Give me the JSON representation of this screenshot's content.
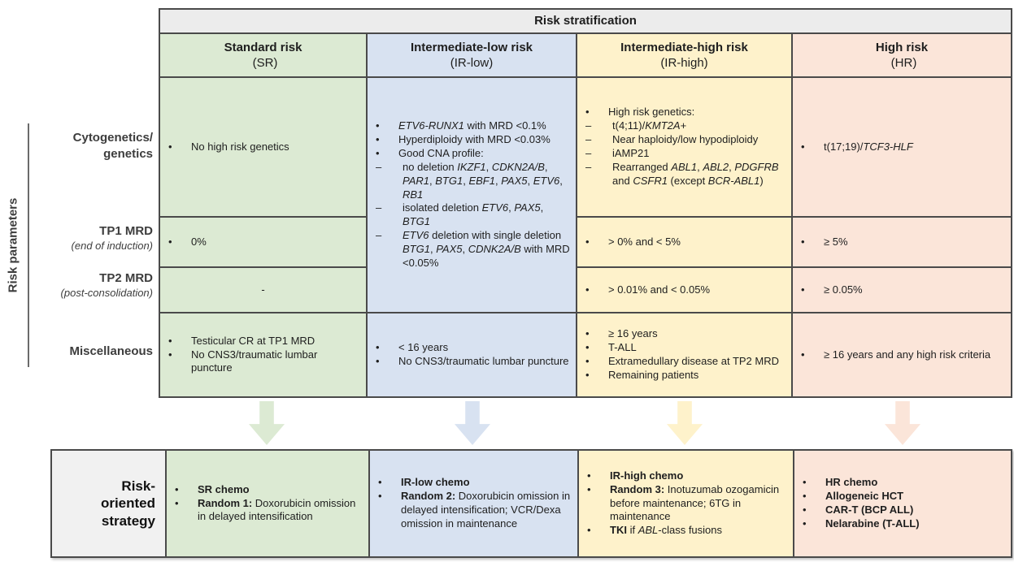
{
  "title": "Risk stratification",
  "colors": {
    "sr": "#dcead3",
    "ir_low": "#d8e2f1",
    "ir_high": "#fef2cb",
    "hr": "#fbe5d9",
    "title_bg": "#ececec",
    "strategy_label_bg": "#f1f1f1",
    "border": "#4a4a4a"
  },
  "left_axis": {
    "label": "Risk parameters"
  },
  "row_labels": [
    {
      "line1": "Cytogenetics/",
      "line2": "genetics",
      "sub": ""
    },
    {
      "line1": "TP1 MRD",
      "sub": "(end of induction)"
    },
    {
      "line1": "TP2 MRD",
      "sub": "(post-consolidation)"
    },
    {
      "line1": "Miscellaneous",
      "sub": ""
    }
  ],
  "columns": [
    {
      "name": "Standard risk",
      "abbr": "(SR)",
      "two_line": false
    },
    {
      "name": "Intermediate-low risk",
      "abbr": "(IR-low)",
      "two_line": true
    },
    {
      "name": "Intermediate-high risk",
      "abbr": "(IR-high)",
      "two_line": true
    },
    {
      "name": "High risk",
      "abbr": "(HR)",
      "two_line": false
    }
  ],
  "cells": {
    "sr": {
      "cytogenetics": [
        {
          "m": "•",
          "runs": [
            {
              "t": "No high risk genetics"
            }
          ]
        }
      ],
      "tp1": [
        {
          "m": "•",
          "runs": [
            {
              "t": "0%"
            }
          ]
        }
      ],
      "tp2": [
        {
          "center": "-"
        }
      ],
      "misc": [
        {
          "m": "•",
          "runs": [
            {
              "t": "Testicular CR at TP1 MRD"
            }
          ]
        },
        {
          "m": "•",
          "runs": [
            {
              "t": "No CNS3/traumatic lumbar puncture"
            }
          ]
        }
      ]
    },
    "ir_low": {
      "merged": [
        {
          "m": "•",
          "runs": [
            {
              "t": "ETV6-RUNX1",
              "i": 1
            },
            {
              "t": " with MRD <0.1%"
            }
          ]
        },
        {
          "m": "•",
          "runs": [
            {
              "t": "Hyperdiploidy with MRD <0.03%"
            }
          ]
        },
        {
          "m": "•",
          "runs": [
            {
              "t": "Good CNA profile:"
            }
          ]
        },
        {
          "m": "–",
          "runs": [
            {
              "t": "no deletion "
            },
            {
              "t": "IKZF1",
              "i": 1
            },
            {
              "t": ", "
            },
            {
              "t": "CDKN2A/B",
              "i": 1
            },
            {
              "t": ", "
            },
            {
              "t": "PAR1",
              "i": 1
            },
            {
              "t": ", "
            },
            {
              "t": "BTG1",
              "i": 1
            },
            {
              "t": ", "
            },
            {
              "t": "EBF1",
              "i": 1
            },
            {
              "t": ", "
            },
            {
              "t": "PAX5",
              "i": 1
            },
            {
              "t": ", "
            },
            {
              "t": "ETV6",
              "i": 1
            },
            {
              "t": ", "
            },
            {
              "t": "RB1",
              "i": 1
            }
          ]
        },
        {
          "m": "–",
          "runs": [
            {
              "t": "isolated deletion "
            },
            {
              "t": "ETV6",
              "i": 1
            },
            {
              "t": ", "
            },
            {
              "t": "PAX5",
              "i": 1
            },
            {
              "t": ", "
            },
            {
              "t": "BTG1",
              "i": 1
            }
          ]
        },
        {
          "m": "–",
          "runs": [
            {
              "t": "ETV6",
              "i": 1
            },
            {
              "t": " deletion with single deletion "
            },
            {
              "t": "BTG1",
              "i": 1
            },
            {
              "t": ", "
            },
            {
              "t": "PAX5",
              "i": 1
            },
            {
              "t": ", "
            },
            {
              "t": "CDNK2A/B",
              "i": 1
            },
            {
              "t": " with MRD <0.05%"
            }
          ]
        }
      ],
      "misc": [
        {
          "m": "•",
          "runs": [
            {
              "t": "< 16 years"
            }
          ]
        },
        {
          "m": "•",
          "runs": [
            {
              "t": "No CNS3/traumatic lumbar puncture"
            }
          ]
        }
      ]
    },
    "ir_high": {
      "cytogenetics": [
        {
          "m": "•",
          "runs": [
            {
              "t": "High risk genetics:"
            }
          ]
        },
        {
          "m": "–",
          "runs": [
            {
              "t": "t(4;11)/"
            },
            {
              "t": "KMT2A",
              "i": 1
            },
            {
              "t": "+"
            }
          ]
        },
        {
          "m": "–",
          "runs": [
            {
              "t": "Near haploidy/low hypodiploidy"
            }
          ]
        },
        {
          "m": "–",
          "runs": [
            {
              "t": "iAMP21"
            }
          ]
        },
        {
          "m": "–",
          "runs": [
            {
              "t": "Rearranged "
            },
            {
              "t": "ABL1",
              "i": 1
            },
            {
              "t": ", "
            },
            {
              "t": "ABL2",
              "i": 1
            },
            {
              "t": ", "
            },
            {
              "t": "PDGFRB",
              "i": 1
            },
            {
              "t": " and "
            },
            {
              "t": "CSFR1",
              "i": 1
            },
            {
              "t": " (except "
            },
            {
              "t": "BCR-ABL1",
              "i": 1
            },
            {
              "t": ")"
            }
          ]
        }
      ],
      "tp1": [
        {
          "m": "•",
          "runs": [
            {
              "t": "> 0% and < 5%"
            }
          ]
        }
      ],
      "tp2": [
        {
          "m": "•",
          "runs": [
            {
              "t": "> 0.01% and < 0.05%"
            }
          ]
        }
      ],
      "misc": [
        {
          "m": "•",
          "runs": [
            {
              "t": "≥ 16 years"
            }
          ]
        },
        {
          "m": "•",
          "runs": [
            {
              "t": "T-ALL"
            }
          ]
        },
        {
          "m": "•",
          "runs": [
            {
              "t": "Extramedullary disease at TP2 MRD"
            }
          ]
        },
        {
          "m": "•",
          "runs": [
            {
              "t": "Remaining patients"
            }
          ]
        }
      ]
    },
    "hr": {
      "cytogenetics": [
        {
          "m": "•",
          "runs": [
            {
              "t": "t(17;19)/"
            },
            {
              "t": "TCF3-HLF",
              "i": 1
            }
          ]
        }
      ],
      "tp1": [
        {
          "m": "•",
          "runs": [
            {
              "t": "≥ 5%"
            }
          ]
        }
      ],
      "tp2": [
        {
          "m": "•",
          "runs": [
            {
              "t": "≥ 0.05%"
            }
          ]
        }
      ],
      "misc": [
        {
          "m": "•",
          "runs": [
            {
              "t": "≥ 16 years and any high risk criteria"
            }
          ]
        }
      ]
    }
  },
  "strategy": {
    "label": "Risk-oriented strategy",
    "sr": [
      {
        "m": "•",
        "runs": [
          {
            "t": "SR chemo",
            "b": 1
          }
        ]
      },
      {
        "m": "•",
        "runs": [
          {
            "t": "Random 1:",
            "b": 1
          },
          {
            "t": " Doxorubicin omission in delayed intensification"
          }
        ]
      }
    ],
    "ir_low": [
      {
        "m": "•",
        "runs": [
          {
            "t": "IR-low chemo",
            "b": 1
          }
        ]
      },
      {
        "m": "•",
        "runs": [
          {
            "t": "Random 2:",
            "b": 1
          },
          {
            "t": " Doxorubicin omission in delayed intensification; VCR/Dexa omission in maintenance"
          }
        ]
      }
    ],
    "ir_high": [
      {
        "m": "•",
        "runs": [
          {
            "t": "IR-high chemo",
            "b": 1
          }
        ]
      },
      {
        "m": "•",
        "runs": [
          {
            "t": "Random 3:",
            "b": 1
          },
          {
            "t": " Inotuzumab ozogamicin before maintenance; 6TG in maintenance"
          }
        ]
      },
      {
        "m": "•",
        "runs": [
          {
            "t": "TKI",
            "b": 1
          },
          {
            "t": " if "
          },
          {
            "t": "ABL",
            "i": 1
          },
          {
            "t": "-class fusions"
          }
        ]
      }
    ],
    "hr": [
      {
        "m": "•",
        "runs": [
          {
            "t": "HR chemo",
            "b": 1
          }
        ]
      },
      {
        "m": "•",
        "runs": [
          {
            "t": "Allogeneic HCT",
            "b": 1
          }
        ]
      },
      {
        "m": "•",
        "runs": [
          {
            "t": "CAR-T (BCP ALL)",
            "b": 1
          }
        ]
      },
      {
        "m": "•",
        "runs": [
          {
            "t": "Nelarabine (T-ALL)",
            "b": 1
          }
        ]
      }
    ]
  }
}
